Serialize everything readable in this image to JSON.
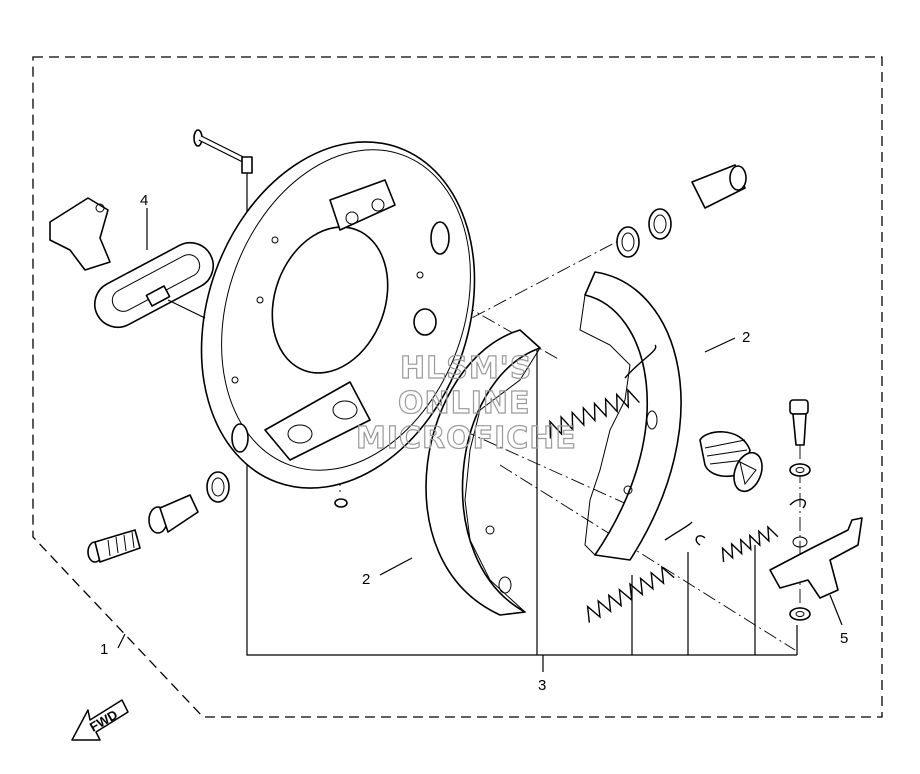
{
  "callouts": {
    "c1": "1",
    "c2a": "2",
    "c2b": "2",
    "c3": "3",
    "c4": "4",
    "c5": "5"
  },
  "watermark": {
    "line1": "HLSM'S",
    "line2": "ONLINE",
    "line3": "MICROFICHE"
  },
  "fwd_arrow": {
    "label": "FWD",
    "icon": "fwd-arrow-icon"
  },
  "colors": {
    "ink": "#000000",
    "watermark": "#9a9a9a",
    "background": "#ffffff"
  }
}
